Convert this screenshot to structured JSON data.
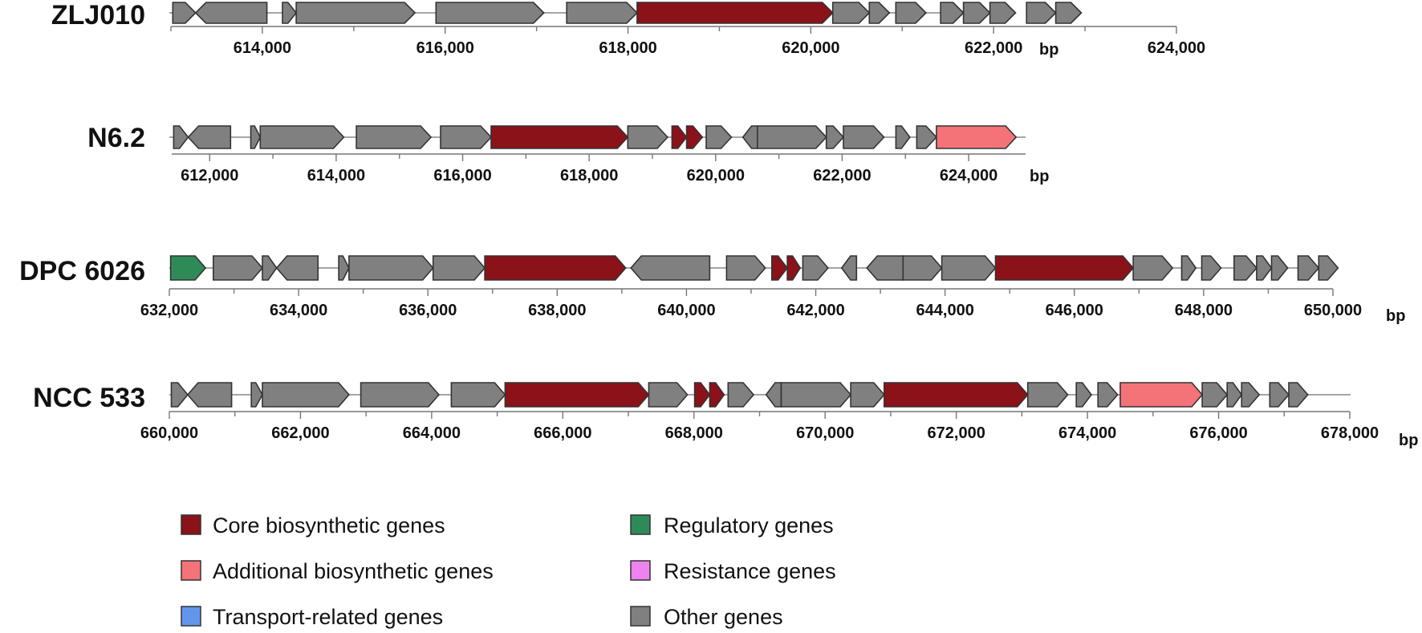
{
  "legend": {
    "items": [
      {
        "label": "Core biosynthetic genes",
        "color": "#8B1219"
      },
      {
        "label": "Regulatory genes",
        "color": "#2E8B57"
      },
      {
        "label": "Additional biosynthetic genes",
        "color": "#F47378"
      },
      {
        "label": "Resistance genes",
        "color": "#EE82EE"
      },
      {
        "label": "Transport-related genes",
        "color": "#6495ED"
      },
      {
        "label": "Other genes",
        "color": "#808080"
      }
    ]
  },
  "tracks": [
    {
      "name": "ZLJ010",
      "unit": "bp",
      "range": [
        613000,
        624000
      ],
      "labeled_ticks": [
        614000,
        616000,
        618000,
        620000,
        622000,
        624000
      ],
      "genes": [
        {
          "start": 613020,
          "end": 613270,
          "strand": "+",
          "type": "other"
        },
        {
          "start": 613270,
          "end": 614050,
          "strand": "-",
          "type": "other"
        },
        {
          "start": 614220,
          "end": 614370,
          "strand": "+",
          "type": "other"
        },
        {
          "start": 614370,
          "end": 615670,
          "strand": "+",
          "type": "other"
        },
        {
          "start": 615900,
          "end": 617080,
          "strand": "+",
          "type": "other"
        },
        {
          "start": 617330,
          "end": 618100,
          "strand": "+",
          "type": "other"
        },
        {
          "start": 618100,
          "end": 620240,
          "strand": "+",
          "type": "core"
        },
        {
          "start": 620240,
          "end": 620640,
          "strand": "+",
          "type": "other"
        },
        {
          "start": 620640,
          "end": 620860,
          "strand": "+",
          "type": "other"
        },
        {
          "start": 620930,
          "end": 621260,
          "strand": "+",
          "type": "other"
        },
        {
          "start": 621420,
          "end": 621670,
          "strand": "+",
          "type": "other"
        },
        {
          "start": 621670,
          "end": 621960,
          "strand": "+",
          "type": "other"
        },
        {
          "start": 621960,
          "end": 622240,
          "strand": "+",
          "type": "other"
        },
        {
          "start": 622360,
          "end": 622680,
          "strand": "+",
          "type": "other"
        },
        {
          "start": 622680,
          "end": 622960,
          "strand": "+",
          "type": "other"
        }
      ]
    },
    {
      "name": "N6.2",
      "unit": "bp",
      "range": [
        611400,
        624900
      ],
      "labeled_ticks": [
        612000,
        614000,
        616000,
        618000,
        620000,
        622000,
        624000
      ],
      "genes": [
        {
          "start": 611430,
          "end": 611660,
          "strand": "+",
          "type": "other"
        },
        {
          "start": 611660,
          "end": 612330,
          "strand": "-",
          "type": "other"
        },
        {
          "start": 612650,
          "end": 612800,
          "strand": "+",
          "type": "other"
        },
        {
          "start": 612800,
          "end": 614120,
          "strand": "+",
          "type": "other"
        },
        {
          "start": 614320,
          "end": 615500,
          "strand": "+",
          "type": "other"
        },
        {
          "start": 615650,
          "end": 616450,
          "strand": "+",
          "type": "other"
        },
        {
          "start": 616450,
          "end": 618610,
          "strand": "+",
          "type": "core"
        },
        {
          "start": 618610,
          "end": 619240,
          "strand": "+",
          "type": "other"
        },
        {
          "start": 619310,
          "end": 619540,
          "strand": "+",
          "type": "core"
        },
        {
          "start": 619540,
          "end": 619790,
          "strand": "+",
          "type": "core"
        },
        {
          "start": 619850,
          "end": 620250,
          "strand": "+",
          "type": "other"
        },
        {
          "start": 620430,
          "end": 620660,
          "strand": "-",
          "type": "other"
        },
        {
          "start": 620660,
          "end": 621750,
          "strand": "+",
          "type": "other"
        },
        {
          "start": 621750,
          "end": 622020,
          "strand": "+",
          "type": "other"
        },
        {
          "start": 622020,
          "end": 622660,
          "strand": "+",
          "type": "other"
        },
        {
          "start": 622850,
          "end": 623070,
          "strand": "+",
          "type": "other"
        },
        {
          "start": 623180,
          "end": 623490,
          "strand": "+",
          "type": "other"
        },
        {
          "start": 623490,
          "end": 624750,
          "strand": "+",
          "type": "additional"
        }
      ]
    },
    {
      "name": "DPC 6026",
      "unit": "bp",
      "range": [
        632000,
        650000
      ],
      "labeled_ticks": [
        632000,
        634000,
        636000,
        638000,
        640000,
        642000,
        644000,
        646000,
        648000,
        650000
      ],
      "genes": [
        {
          "start": 632020,
          "end": 632560,
          "strand": "+",
          "type": "regulatory"
        },
        {
          "start": 632680,
          "end": 633440,
          "strand": "+",
          "type": "other"
        },
        {
          "start": 633440,
          "end": 633660,
          "strand": "+",
          "type": "other"
        },
        {
          "start": 633660,
          "end": 634300,
          "strand": "-",
          "type": "other"
        },
        {
          "start": 634620,
          "end": 634780,
          "strand": "+",
          "type": "other"
        },
        {
          "start": 634780,
          "end": 636080,
          "strand": "+",
          "type": "other"
        },
        {
          "start": 636080,
          "end": 636880,
          "strand": "+",
          "type": "other"
        },
        {
          "start": 636880,
          "end": 639060,
          "strand": "+",
          "type": "core"
        },
        {
          "start": 639140,
          "end": 640360,
          "strand": "-",
          "type": "other"
        },
        {
          "start": 640620,
          "end": 641220,
          "strand": "+",
          "type": "other"
        },
        {
          "start": 641320,
          "end": 641560,
          "strand": "+",
          "type": "core"
        },
        {
          "start": 641560,
          "end": 641760,
          "strand": "+",
          "type": "core"
        },
        {
          "start": 641800,
          "end": 642190,
          "strand": "+",
          "type": "other"
        },
        {
          "start": 642400,
          "end": 642630,
          "strand": "-",
          "type": "other"
        },
        {
          "start": 642790,
          "end": 643350,
          "strand": "-",
          "type": "other"
        },
        {
          "start": 643350,
          "end": 643950,
          "strand": "+",
          "type": "other"
        },
        {
          "start": 643950,
          "end": 644780,
          "strand": "+",
          "type": "other"
        },
        {
          "start": 644780,
          "end": 646910,
          "strand": "+",
          "type": "core"
        },
        {
          "start": 646910,
          "end": 647520,
          "strand": "+",
          "type": "other"
        },
        {
          "start": 647660,
          "end": 647880,
          "strand": "+",
          "type": "other"
        },
        {
          "start": 647970,
          "end": 648270,
          "strand": "+",
          "type": "other"
        },
        {
          "start": 648470,
          "end": 648820,
          "strand": "+",
          "type": "other"
        },
        {
          "start": 648820,
          "end": 649050,
          "strand": "+",
          "type": "other"
        },
        {
          "start": 649050,
          "end": 649300,
          "strand": "+",
          "type": "other"
        },
        {
          "start": 649460,
          "end": 649780,
          "strand": "+",
          "type": "other"
        },
        {
          "start": 649780,
          "end": 650080,
          "strand": "+",
          "type": "other"
        }
      ]
    },
    {
      "name": "NCC 533",
      "unit": "bp",
      "range": [
        660000,
        678000
      ],
      "labeled_ticks": [
        660000,
        662000,
        664000,
        666000,
        668000,
        670000,
        672000,
        674000,
        676000,
        678000
      ],
      "genes": [
        {
          "start": 660030,
          "end": 660280,
          "strand": "+",
          "type": "other"
        },
        {
          "start": 660280,
          "end": 660950,
          "strand": "-",
          "type": "other"
        },
        {
          "start": 661250,
          "end": 661420,
          "strand": "+",
          "type": "other"
        },
        {
          "start": 661420,
          "end": 662740,
          "strand": "+",
          "type": "other"
        },
        {
          "start": 662920,
          "end": 664110,
          "strand": "+",
          "type": "other"
        },
        {
          "start": 664300,
          "end": 665120,
          "strand": "+",
          "type": "other"
        },
        {
          "start": 665120,
          "end": 667310,
          "strand": "+",
          "type": "core"
        },
        {
          "start": 667310,
          "end": 667900,
          "strand": "+",
          "type": "other"
        },
        {
          "start": 668010,
          "end": 668240,
          "strand": "+",
          "type": "core"
        },
        {
          "start": 668240,
          "end": 668460,
          "strand": "+",
          "type": "core"
        },
        {
          "start": 668520,
          "end": 668910,
          "strand": "+",
          "type": "other"
        },
        {
          "start": 669100,
          "end": 669330,
          "strand": "-",
          "type": "other"
        },
        {
          "start": 669330,
          "end": 670390,
          "strand": "+",
          "type": "other"
        },
        {
          "start": 670390,
          "end": 670900,
          "strand": "+",
          "type": "other"
        },
        {
          "start": 670900,
          "end": 673090,
          "strand": "+",
          "type": "core"
        },
        {
          "start": 673090,
          "end": 673700,
          "strand": "+",
          "type": "other"
        },
        {
          "start": 673830,
          "end": 674060,
          "strand": "+",
          "type": "other"
        },
        {
          "start": 674160,
          "end": 674460,
          "strand": "+",
          "type": "other"
        },
        {
          "start": 674500,
          "end": 675750,
          "strand": "+",
          "type": "additional"
        },
        {
          "start": 675750,
          "end": 676130,
          "strand": "+",
          "type": "other"
        },
        {
          "start": 676130,
          "end": 676350,
          "strand": "+",
          "type": "other"
        },
        {
          "start": 676350,
          "end": 676620,
          "strand": "+",
          "type": "other"
        },
        {
          "start": 676780,
          "end": 677070,
          "strand": "+",
          "type": "other"
        },
        {
          "start": 677070,
          "end": 677360,
          "strand": "+",
          "type": "other"
        }
      ]
    }
  ],
  "gene_type_colors": {
    "core": "#8B1219",
    "additional": "#F47378",
    "regulatory": "#2E8B57",
    "resistance": "#EE82EE",
    "transport": "#6495ED",
    "other": "#808080"
  }
}
